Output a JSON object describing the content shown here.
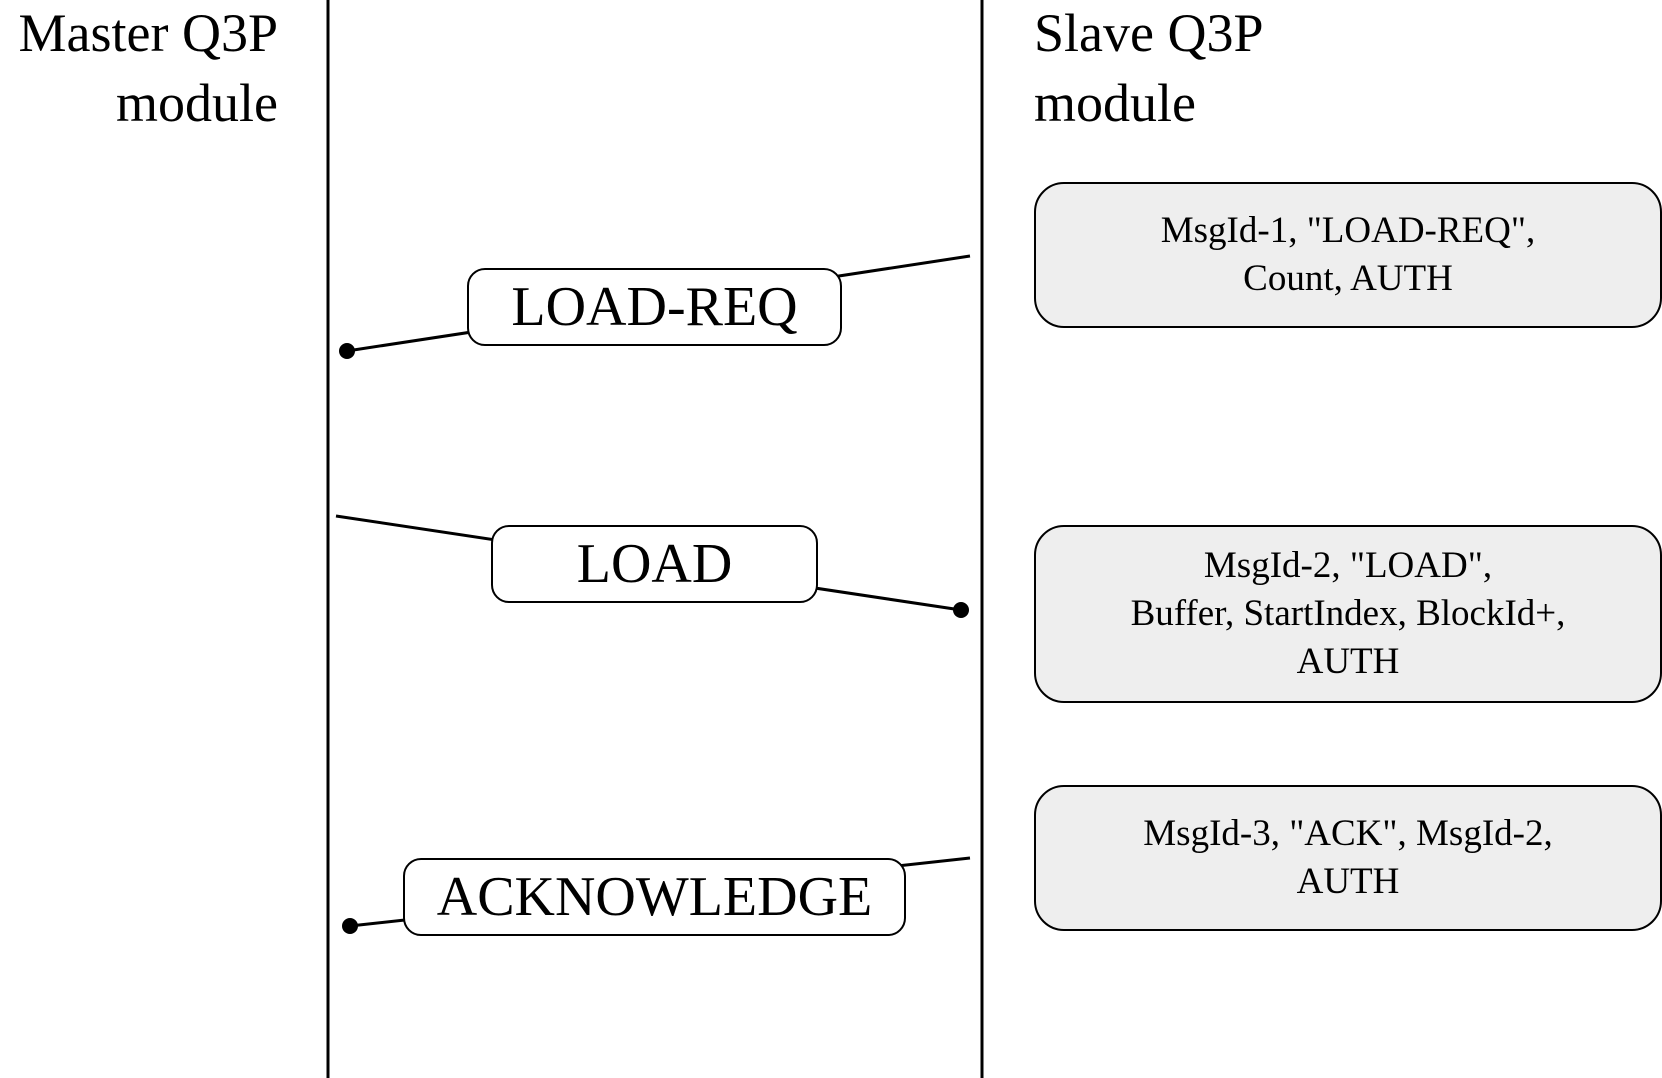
{
  "master": {
    "title_line1": "Master Q3P",
    "title_line2": "module"
  },
  "slave": {
    "title_line1": "Slave Q3P",
    "title_line2": "module"
  },
  "messages": [
    {
      "label": "LOAD-REQ",
      "direction": "slave-to-master",
      "note_lines": [
        "MsgId-1, \"LOAD-REQ\",",
        "Count, AUTH"
      ]
    },
    {
      "label": "LOAD",
      "direction": "master-to-slave",
      "note_lines": [
        "MsgId-2, \"LOAD\",",
        "Buffer, StartIndex, BlockId+,",
        "AUTH"
      ]
    },
    {
      "label": "ACKNOWLEDGE",
      "direction": "slave-to-master",
      "note_lines": [
        "MsgId-3, \"ACK\", MsgId-2,",
        "AUTH"
      ]
    }
  ],
  "colors": {
    "line": "#000000",
    "note_fill": "#eeeeee",
    "label_fill": "#ffffff"
  }
}
